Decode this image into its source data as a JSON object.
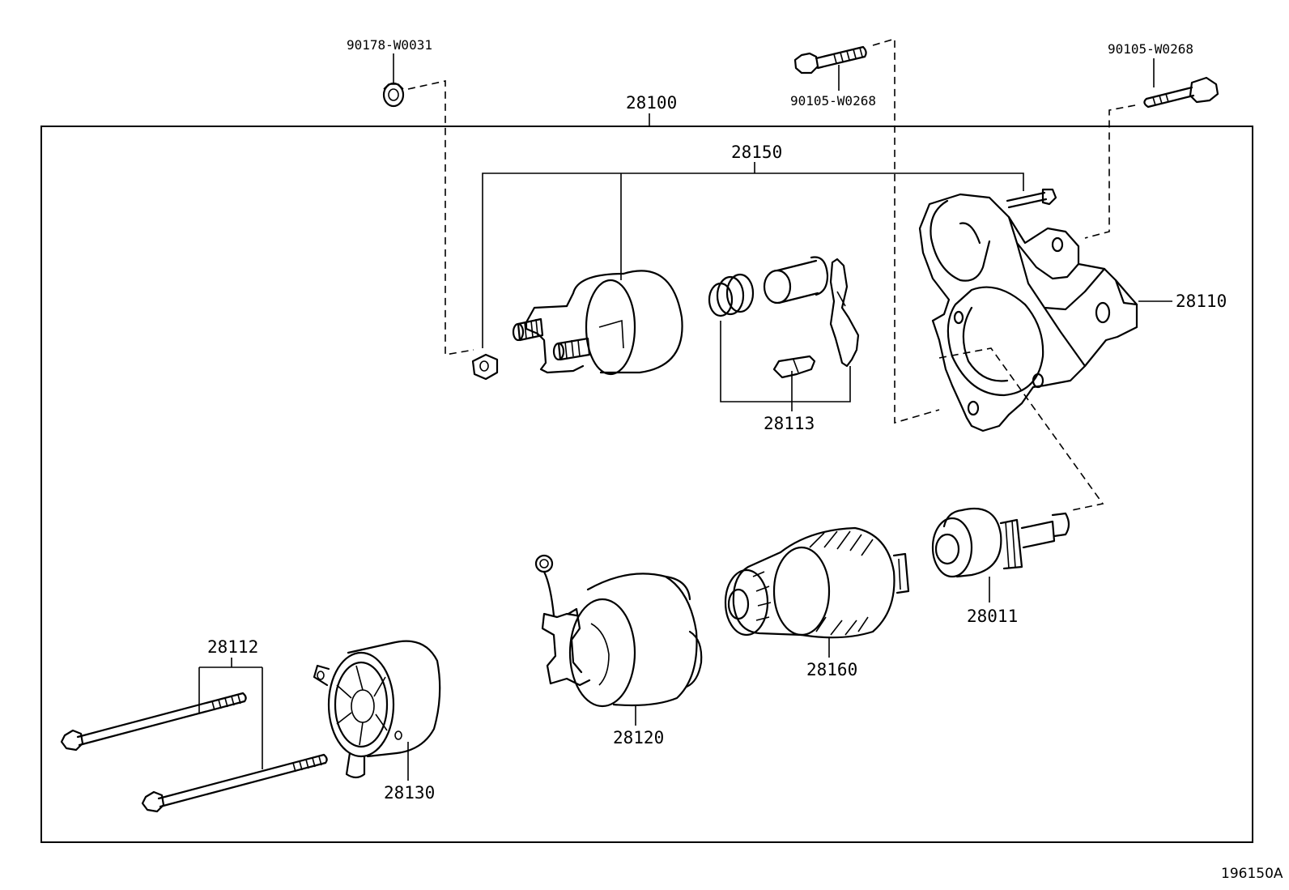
{
  "diagram_id": "196150A",
  "labels": {
    "assembly": "28100",
    "nut_top": "90178-W0031",
    "bolt_center": "90105-W0268",
    "bolt_right": "90105-W0268",
    "switch_assy": "28150",
    "lever_kit": "28113",
    "housing": "28110",
    "clutch": "28011",
    "armature": "28160",
    "yoke": "28120",
    "commutator_end": "28130",
    "through_bolt": "28112"
  }
}
